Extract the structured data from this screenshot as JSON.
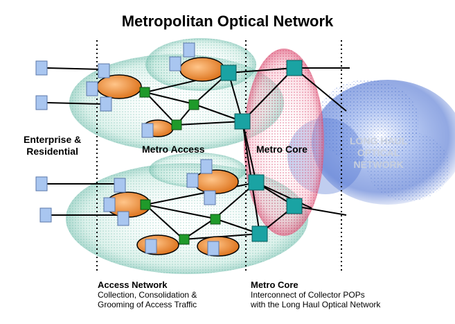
{
  "title": "Metropolitan Optical Network",
  "labels": {
    "enterprise": [
      "Enterprise &",
      "Residential"
    ],
    "metro_access": "Metro Access",
    "metro_core": "Metro Core",
    "long_haul": [
      "LONG HAUL",
      "OPTICAL",
      "NETWORK"
    ]
  },
  "captions": {
    "access": {
      "heading": "Access Network",
      "lines": [
        "Collection, Consolidation &",
        "Grooming of Access Traffic"
      ]
    },
    "core": {
      "heading": "Metro Core",
      "lines": [
        "Interconnect of Collector POPs",
        "with the Long Haul Optical Network"
      ]
    }
  },
  "colors": {
    "access_ring": "#2f9a86",
    "core_ring": "#d2305a",
    "long_haul_cloud": "#4a6fd0",
    "ring_node": "#e07a1e",
    "access_switch": "#1f9a2a",
    "core_switch": "#1aa3a3",
    "host": "#a9c6f0"
  }
}
